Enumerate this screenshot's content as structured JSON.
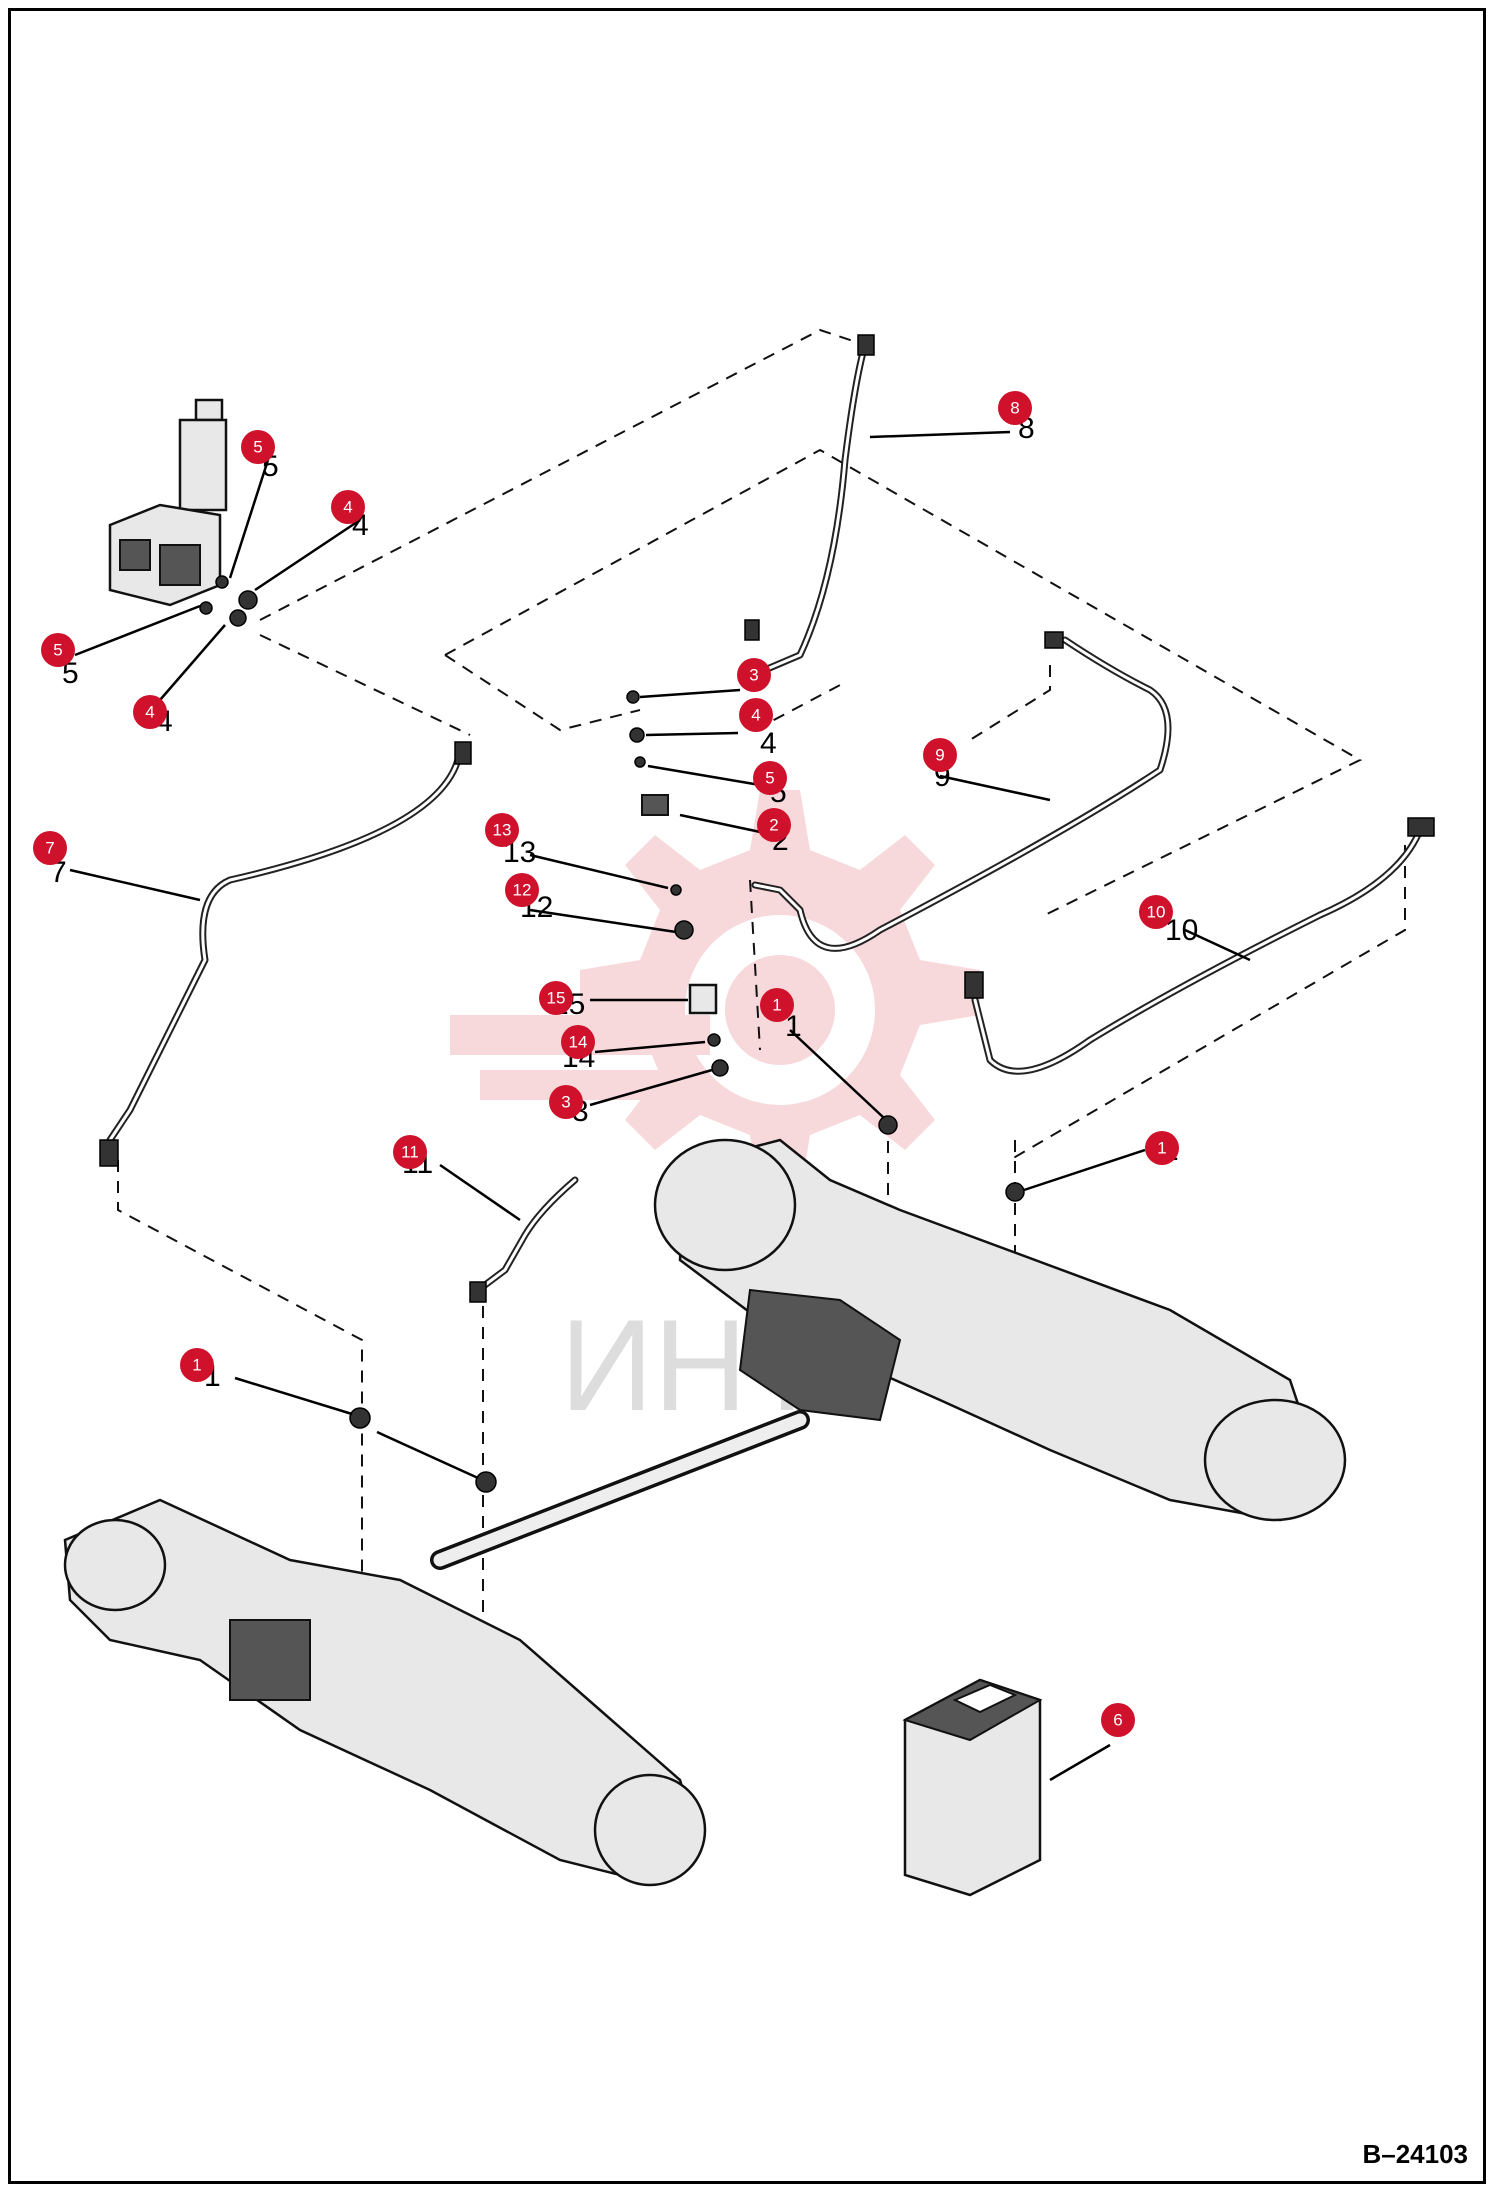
{
  "drawing": {
    "number": "B–24103",
    "watermark_text": "ИНТ"
  },
  "colors": {
    "callout": "#d0112b",
    "watermark": "#f2b9be"
  },
  "callouts": [
    {
      "id": "c1a",
      "label": "1"
    },
    {
      "id": "c1b",
      "label": "1"
    },
    {
      "id": "c1c",
      "label": "1"
    },
    {
      "id": "c2",
      "label": "2"
    },
    {
      "id": "c3a",
      "label": "3"
    },
    {
      "id": "c3b",
      "label": "3"
    },
    {
      "id": "c4a",
      "label": "4"
    },
    {
      "id": "c4b",
      "label": "4"
    },
    {
      "id": "c4c",
      "label": "4"
    },
    {
      "id": "c5a",
      "label": "5"
    },
    {
      "id": "c5b",
      "label": "5"
    },
    {
      "id": "c5c",
      "label": "5"
    },
    {
      "id": "c6",
      "label": "6"
    },
    {
      "id": "c7",
      "label": "7"
    },
    {
      "id": "c8",
      "label": "8"
    },
    {
      "id": "c9",
      "label": "9"
    },
    {
      "id": "c10",
      "label": "10"
    },
    {
      "id": "c11",
      "label": "11"
    },
    {
      "id": "c12",
      "label": "12"
    },
    {
      "id": "c13",
      "label": "13"
    },
    {
      "id": "c14",
      "label": "14"
    },
    {
      "id": "c15",
      "label": "15"
    }
  ]
}
